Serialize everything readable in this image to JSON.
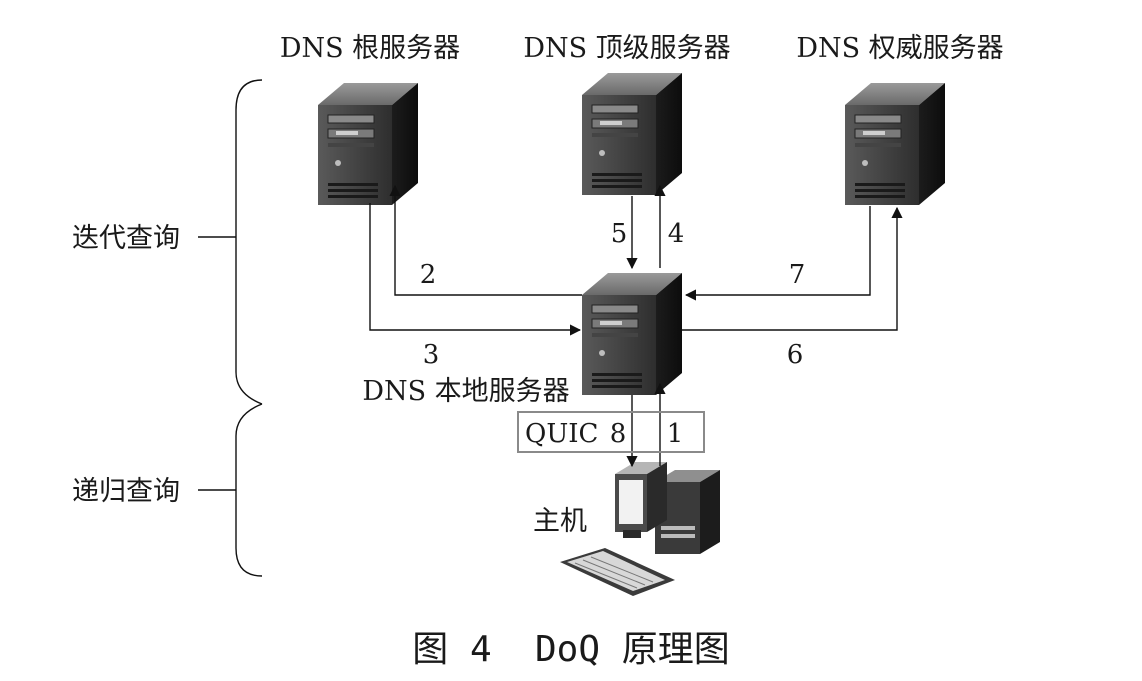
{
  "labels": {
    "root_server": "DNS 根服务器",
    "tld_server": "DNS 顶级服务器",
    "auth_server": "DNS 权威服务器",
    "local_server": "DNS 本地服务器",
    "host": "主机",
    "iterative_query": "迭代查询",
    "recursive_query": "递归查询",
    "quic": "QUIC"
  },
  "steps": {
    "s1": "1",
    "s2": "2",
    "s3": "3",
    "s4": "4",
    "s5": "5",
    "s6": "6",
    "s7": "7",
    "s8": "8"
  },
  "caption": "图 4  DoQ 原理图",
  "icons": {
    "server": "server-tower-icon",
    "host": "desktop-computer-icon"
  }
}
